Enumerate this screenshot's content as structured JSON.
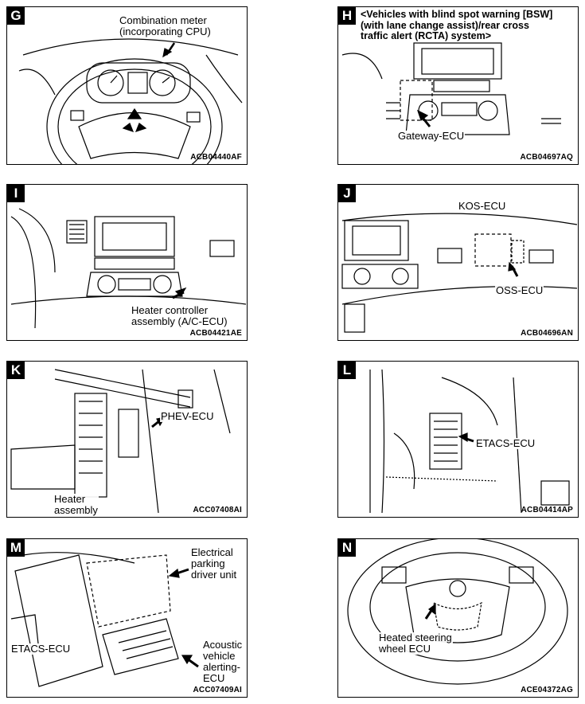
{
  "panels": [
    {
      "letter": "G",
      "code": "ACB04440AF",
      "labels": [
        "Combination meter\n(incorporating CPU)"
      ]
    },
    {
      "letter": "H",
      "code": "ACB04697AQ",
      "header": "<Vehicles with blind spot warning [BSW]\n(with lane change assist)/rear cross\ntraffic alert (RCTA) system>",
      "labels": [
        "Gateway-ECU"
      ]
    },
    {
      "letter": "I",
      "code": "ACB04421AE",
      "labels": [
        "Heater controller\nassembly (A/C-ECU)"
      ]
    },
    {
      "letter": "J",
      "code": "ACB04696AN",
      "labels": [
        "KOS-ECU",
        "OSS-ECU"
      ]
    },
    {
      "letter": "K",
      "code": "ACC07408AI",
      "labels": [
        "PHEV-ECU",
        "Heater\nassembly"
      ]
    },
    {
      "letter": "L",
      "code": "ACB04414AP",
      "labels": [
        "ETACS-ECU"
      ]
    },
    {
      "letter": "M",
      "code": "ACC07409AI",
      "labels": [
        "Electrical\nparking\ndriver unit",
        "ETACS-ECU",
        "Acoustic\nvehicle\nalerting-\nECU"
      ]
    },
    {
      "letter": "N",
      "code": "ACE04372AG",
      "labels": [
        "Heated steering\nwheel ECU"
      ]
    }
  ]
}
